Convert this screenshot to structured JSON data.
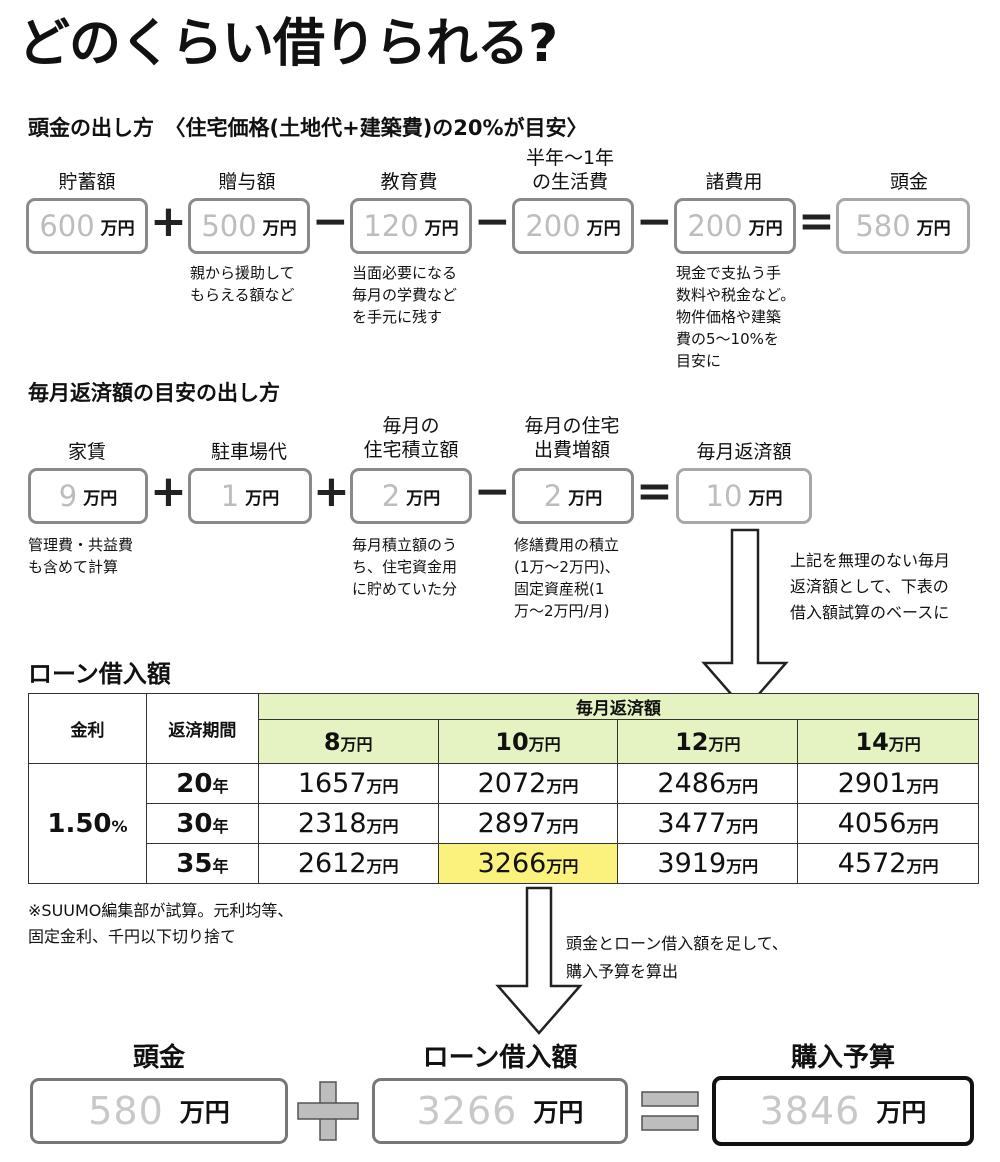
{
  "title": "どのくらい借りられる?",
  "downpayment": {
    "heading": "頭金の出し方　〈住宅価格(土地代+建築費)の20%が目安〉",
    "items": [
      {
        "label": "貯蓄額",
        "value": "600",
        "unit": "万円"
      },
      {
        "label": "贈与額",
        "value": "500",
        "unit": "万円",
        "note": "親から援助して\nもらえる額など"
      },
      {
        "label": "教育費",
        "value": "120",
        "unit": "万円",
        "note": "当面必要になる\n毎月の学費など\nを手元に残す"
      },
      {
        "label": "半年〜1年\nの生活費",
        "value": "200",
        "unit": "万円"
      },
      {
        "label": "諸費用",
        "value": "200",
        "unit": "万円",
        "note": "現金で支払う手\n数料や税金など。\n物件価格や建築\n費の5〜10%を\n目安に"
      },
      {
        "label": "頭金",
        "value": "580",
        "unit": "万円"
      }
    ],
    "operators": [
      "+",
      "−",
      "−",
      "−",
      "="
    ]
  },
  "monthly": {
    "heading": "毎月返済額の目安の出し方",
    "items": [
      {
        "label": "家賃",
        "value": "9",
        "unit": "万円",
        "note": "管理費・共益費\nも含めて計算"
      },
      {
        "label": "駐車場代",
        "value": "1",
        "unit": "万円"
      },
      {
        "label": "毎月の\n住宅積立額",
        "value": "2",
        "unit": "万円",
        "note": "毎月積立額のう\nち、住宅資金用\nに貯めていた分"
      },
      {
        "label": "毎月の住宅\n出費増額",
        "value": "2",
        "unit": "万円",
        "note": "修繕費用の積立\n(1万〜2万円)、\n固定資産税(1\n万〜2万円/月)"
      },
      {
        "label": "毎月返済額",
        "value": "10",
        "unit": "万円"
      }
    ],
    "operators": [
      "+",
      "+",
      "−",
      "="
    ],
    "side_note": "上記を無理のない毎月\n返済額として、下表の\n借入額試算のベースに"
  },
  "loan": {
    "heading": "ローン借入額",
    "col_rate": "金利",
    "col_period": "返済期間",
    "group_header": "毎月返済額",
    "payments": [
      {
        "value": "8",
        "unit": "万円"
      },
      {
        "value": "10",
        "unit": "万円"
      },
      {
        "value": "12",
        "unit": "万円"
      },
      {
        "value": "14",
        "unit": "万円"
      }
    ],
    "rate": {
      "value": "1.50",
      "unit": "%"
    },
    "rows": [
      {
        "years": "20",
        "year_unit": "年",
        "amounts": [
          "1657",
          "2072",
          "2486",
          "2901"
        ]
      },
      {
        "years": "30",
        "year_unit": "年",
        "amounts": [
          "2318",
          "2897",
          "3477",
          "4056"
        ]
      },
      {
        "years": "35",
        "year_unit": "年",
        "amounts": [
          "2612",
          "3266",
          "3919",
          "4572"
        ]
      }
    ],
    "amount_unit": "万円",
    "highlight": {
      "row": 2,
      "col": 1,
      "color": "#fbf27d"
    },
    "footnote": "※SUUMO編集部が試算。元利均等、\n固定金利、千円以下切り捨て",
    "side_note": "頭金とローン借入額を足して、\n購入予算を算出"
  },
  "result": {
    "items": [
      {
        "label": "頭金",
        "value": "580",
        "unit": "万円"
      },
      {
        "label": "ローン借入額",
        "value": "3266",
        "unit": "万円"
      },
      {
        "label": "購入予算",
        "value": "3846",
        "unit": "万円"
      }
    ],
    "operators": [
      "+",
      "="
    ]
  },
  "colors": {
    "header_green": "#e4f3c1",
    "highlight_yellow": "#fbf27d",
    "border_gray": "#8a8a8a"
  }
}
